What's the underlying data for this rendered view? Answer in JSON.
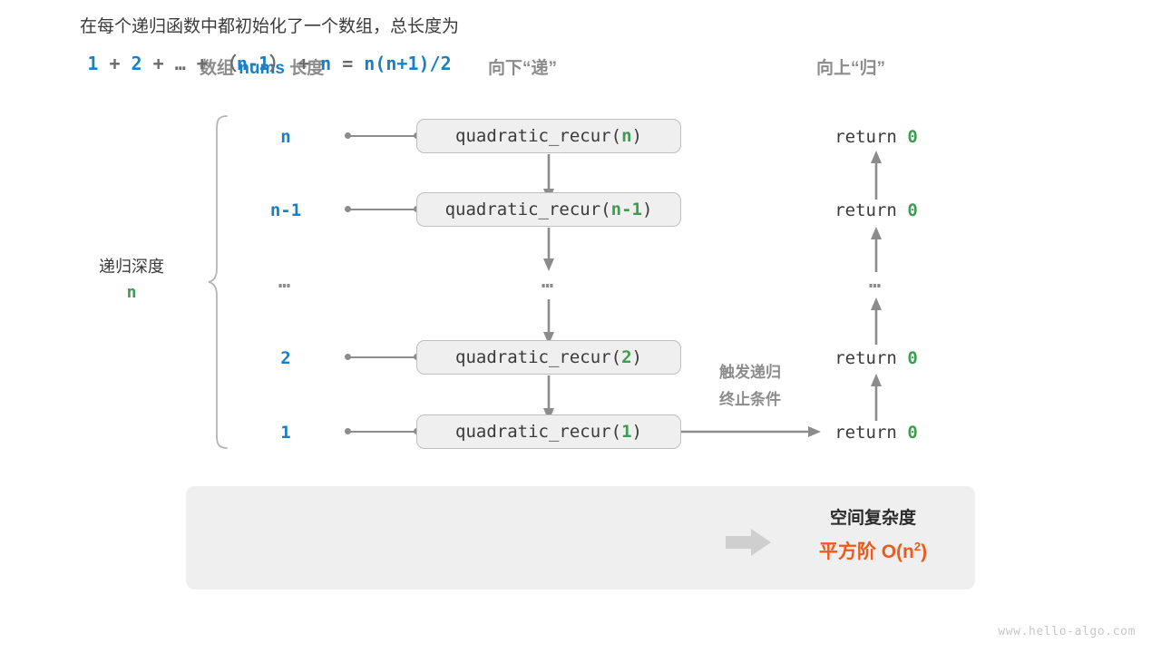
{
  "headers": {
    "array": {
      "prefix": "数组 ",
      "highlight": "nums",
      "suffix": " 长度"
    },
    "down": "向下“递”",
    "up": "向上“归”"
  },
  "depth": {
    "label": "递归深度",
    "value": "n"
  },
  "rows": [
    {
      "depth": "n",
      "call_prefix": "quadratic_recur(",
      "arg": "n",
      "call_suffix": ")",
      "ret_prefix": "return ",
      "ret_value": "0"
    },
    {
      "depth": "n-1",
      "call_prefix": "quadratic_recur(",
      "arg": "n-1",
      "call_suffix": ")",
      "ret_prefix": "return ",
      "ret_value": "0"
    },
    {
      "depth": "…",
      "call_prefix": "…",
      "arg": "",
      "call_suffix": "",
      "ret_prefix": "…",
      "ret_value": ""
    },
    {
      "depth": "2",
      "call_prefix": "quadratic_recur(",
      "arg": "2",
      "call_suffix": ")",
      "ret_prefix": "return ",
      "ret_value": "0"
    },
    {
      "depth": "1",
      "call_prefix": "quadratic_recur(",
      "arg": "1",
      "call_suffix": ")",
      "ret_prefix": "return ",
      "ret_value": "0"
    }
  ],
  "trigger_note": {
    "line1": "触发递归",
    "line2": "终止条件"
  },
  "summary": {
    "text": "在每个递归函数中都初始化了一个数组，总长度为",
    "formula": {
      "t1": "1",
      "op1": " + ",
      "t2": "2",
      "op2": " + ",
      "t3": "…",
      "op3": " + ",
      "lp": "（",
      "t4": "n-1",
      "rp": "）",
      "op4": " + ",
      "t5": "n",
      "eq": " = ",
      "t6": "n(n+1)/2"
    },
    "result_title": "空间复杂度",
    "result_prefix": "平方阶 ",
    "result_value": "O(n",
    "result_sup": "2",
    "result_tail": ")"
  },
  "watermark": "www.hello-algo.com",
  "colors": {
    "blue": "#1b7fc4",
    "green": "#3e9c50",
    "orange": "#eb5b1e",
    "gray": "#8c8c8c",
    "box_fill": "#efefef",
    "box_border": "#bfbfbf"
  }
}
